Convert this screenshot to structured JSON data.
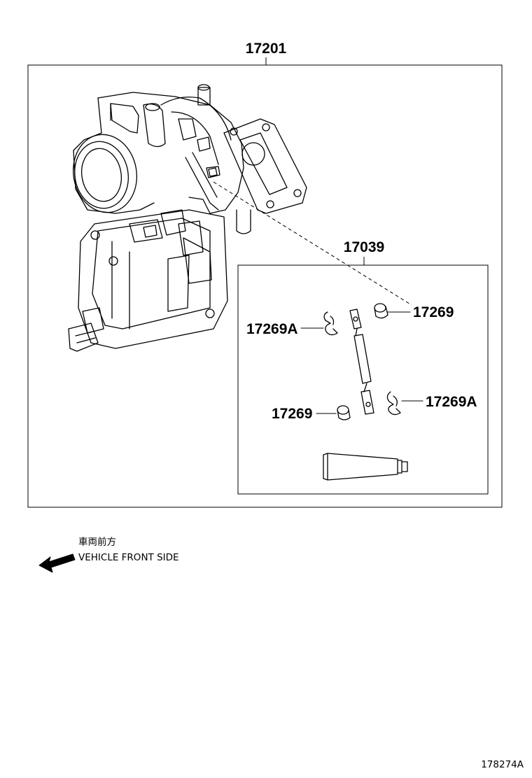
{
  "diagram": {
    "assembly_label": "17201",
    "kit_label": "17039",
    "parts": {
      "bushing_top": "17269",
      "clip_left": "17269A",
      "bushing_bottom": "17269",
      "clip_right": "17269A"
    },
    "direction_note": {
      "japanese": "車両前方",
      "english": "VEHICLE FRONT SIDE"
    },
    "illustration_id": "178274A"
  }
}
